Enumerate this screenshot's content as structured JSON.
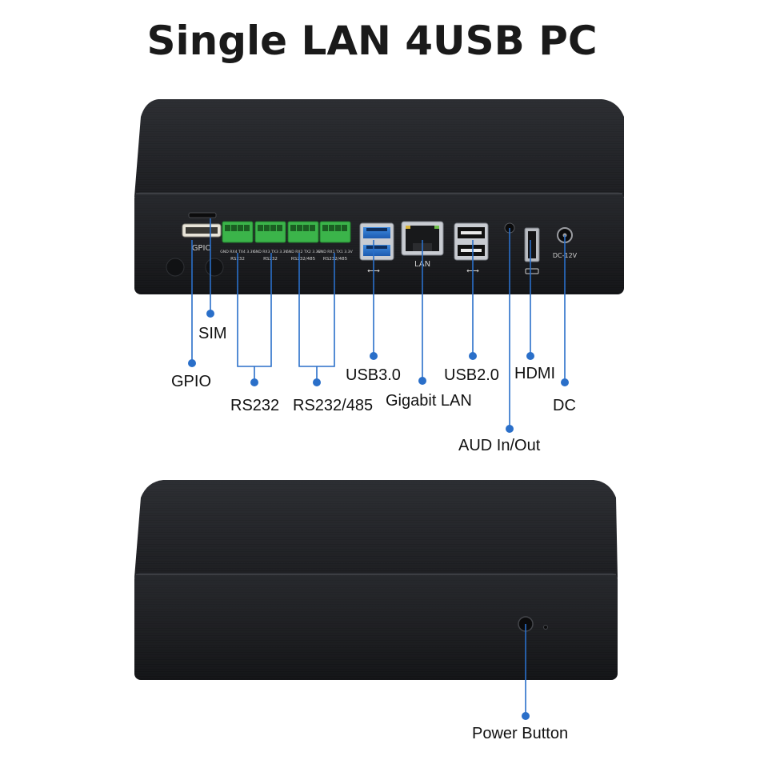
{
  "title": "Single LAN 4USB PC",
  "colors": {
    "accent": "#2a6fc9",
    "chassis": "#222428",
    "background": "#ffffff"
  },
  "panel_markings": {
    "gpio": "GPIO",
    "lan": "LAN",
    "dc": "DC-12V",
    "rs232_a_pins": "GND RX4 TX4 3.3V",
    "rs232_b_pins": "GND RX3 TX3 3.3V",
    "rs485_a_pins": "GND RX2 TX2 3.3V",
    "rs485_b_pins": "GND RX1 TX1 3.3V",
    "rs232_caption": "RS232",
    "rs485_caption": "RS232/485"
  },
  "rear_labels": {
    "sim": "SIM",
    "gpio": "GPIO",
    "rs232": "RS232",
    "rs232_485": "RS232/485",
    "usb3": "USB3.0",
    "lan": "Gigabit LAN",
    "usb2": "USB2.0",
    "hdmi": "HDMI",
    "dc": "DC",
    "audio": "AUD In/Out"
  },
  "front_labels": {
    "power": "Power Button"
  }
}
